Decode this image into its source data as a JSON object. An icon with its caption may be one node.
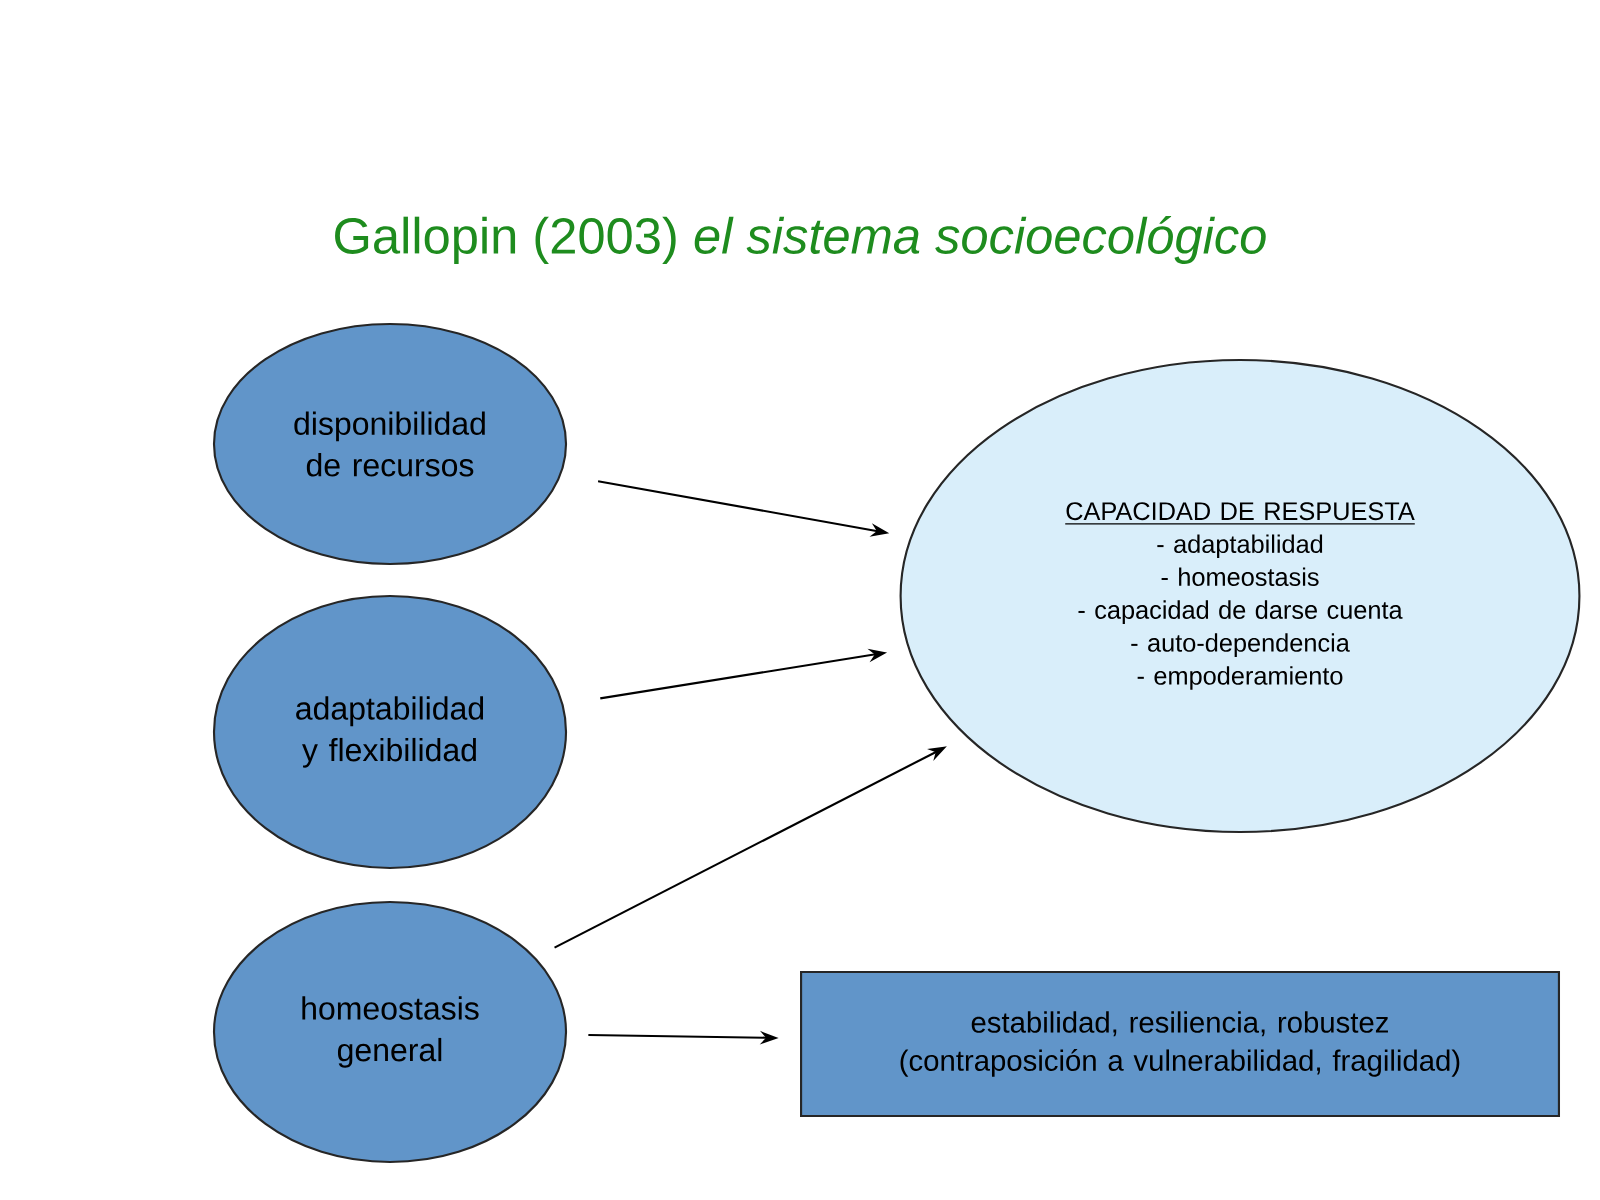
{
  "diagram": {
    "title": "Gallopin (2003) *el sistema socioecológico*",
    "nodes": [
      {
        "text": [
          "disponibilidad de recursos"
        ]
      },
      {
        "text": [
          "adaptabilidad y flexibilidad"
        ]
      },
      {
        "text": [
          "homeostasis general"
        ]
      },
      {
        "text": [
          "CAPACIDAD DE RESPUESTA",
          "- adaptabilidad",
          "- homeostasis",
          "- capacidad de darse cuenta",
          "- auto-dependencia",
          "- empoderamiento"
        ]
      },
      {
        "text": [
          "estabilidad, resiliencia, robustez (contraposición a vulnerabilidad, fragilidad)"
        ]
      }
    ],
    "edges": [
      {
        "from": 0,
        "to": 3,
        "arrow": "to"
      },
      {
        "from": 1,
        "to": 3,
        "arrow": "to"
      },
      {
        "from": 2,
        "to": 3,
        "arrow": "to"
      },
      {
        "from": 2,
        "to": 4,
        "arrow": "to"
      }
    ]
  }
}
